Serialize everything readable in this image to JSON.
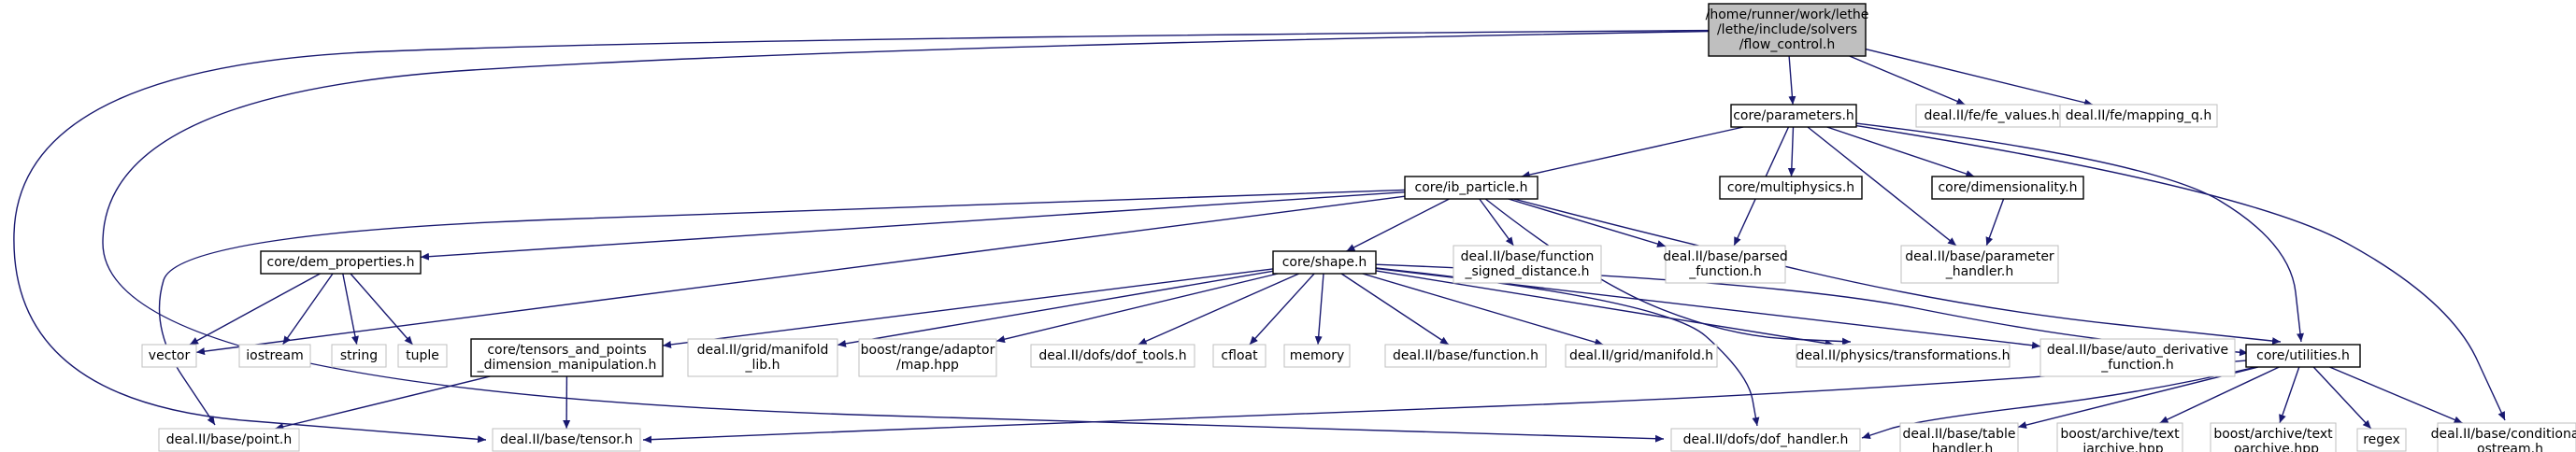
{
  "diagram": {
    "colors": {
      "edge": "#191970",
      "root_fill": "#bfbfbf",
      "root_border": "#000000",
      "documented_border": "#000000",
      "external_border": "#bfbfbf",
      "node_fill": "#ffffff"
    },
    "nodes": [
      {
        "id": "root",
        "kind": "root",
        "lines": [
          "/home/runner/work/lethe",
          "/lethe/include/solvers",
          "/flow_control.h"
        ]
      },
      {
        "id": "fe_values",
        "kind": "external",
        "lines": [
          "deal.II/fe/fe_values.h"
        ]
      },
      {
        "id": "mapping_q",
        "kind": "external",
        "lines": [
          "deal.II/fe/mapping_q.h"
        ]
      },
      {
        "id": "parameters",
        "kind": "documented",
        "lines": [
          "core/parameters.h"
        ]
      },
      {
        "id": "ib_particle",
        "kind": "documented",
        "lines": [
          "core/ib_particle.h"
        ]
      },
      {
        "id": "multiphysics",
        "kind": "documented",
        "lines": [
          "core/multiphysics.h"
        ]
      },
      {
        "id": "dimensionality",
        "kind": "documented",
        "lines": [
          "core/dimensionality.h"
        ]
      },
      {
        "id": "dem_properties",
        "kind": "documented",
        "lines": [
          "core/dem_properties.h"
        ]
      },
      {
        "id": "function_signed_distance",
        "kind": "external",
        "lines": [
          "deal.II/base/function",
          "_signed_distance.h"
        ]
      },
      {
        "id": "parsed_function",
        "kind": "external",
        "lines": [
          "deal.II/base/parsed",
          "_function.h"
        ]
      },
      {
        "id": "parameter_handler",
        "kind": "external",
        "lines": [
          "deal.II/base/parameter",
          "_handler.h"
        ]
      },
      {
        "id": "shape",
        "kind": "documented",
        "lines": [
          "core/shape.h"
        ]
      },
      {
        "id": "vector",
        "kind": "external",
        "lines": [
          "vector"
        ]
      },
      {
        "id": "iostream",
        "kind": "external",
        "lines": [
          "iostream"
        ]
      },
      {
        "id": "string",
        "kind": "external",
        "lines": [
          "string"
        ]
      },
      {
        "id": "tuple",
        "kind": "external",
        "lines": [
          "tuple"
        ]
      },
      {
        "id": "tensors_points",
        "kind": "documented",
        "lines": [
          "core/tensors_and_points",
          "_dimension_manipulation.h"
        ]
      },
      {
        "id": "grid_manifold_lib",
        "kind": "external",
        "lines": [
          "deal.II/grid/manifold",
          "_lib.h"
        ]
      },
      {
        "id": "adaptor_map",
        "kind": "external",
        "lines": [
          "boost/range/adaptor",
          "/map.hpp"
        ]
      },
      {
        "id": "dof_tools",
        "kind": "external",
        "lines": [
          "deal.II/dofs/dof_tools.h"
        ]
      },
      {
        "id": "cfloat",
        "kind": "external",
        "lines": [
          "cfloat"
        ]
      },
      {
        "id": "memory",
        "kind": "external",
        "lines": [
          "memory"
        ]
      },
      {
        "id": "base_function",
        "kind": "external",
        "lines": [
          "deal.II/base/function.h"
        ]
      },
      {
        "id": "grid_manifold",
        "kind": "external",
        "lines": [
          "deal.II/grid/manifold.h"
        ]
      },
      {
        "id": "transformations",
        "kind": "external",
        "lines": [
          "deal.II/physics/transformations.h"
        ]
      },
      {
        "id": "auto_derivative",
        "kind": "external",
        "lines": [
          "deal.II/base/auto_derivative",
          "_function.h"
        ]
      },
      {
        "id": "utilities",
        "kind": "documented",
        "lines": [
          "core/utilities.h"
        ]
      },
      {
        "id": "point",
        "kind": "external",
        "lines": [
          "deal.II/base/point.h"
        ]
      },
      {
        "id": "tensor",
        "kind": "external",
        "lines": [
          "deal.II/base/tensor.h"
        ]
      },
      {
        "id": "dof_handler",
        "kind": "external",
        "lines": [
          "deal.II/dofs/dof_handler.h"
        ]
      },
      {
        "id": "table_handler",
        "kind": "external",
        "lines": [
          "deal.II/base/table",
          "_handler.h"
        ]
      },
      {
        "id": "text_iarchive",
        "kind": "external",
        "lines": [
          "boost/archive/text",
          "_iarchive.hpp"
        ]
      },
      {
        "id": "text_oarchive",
        "kind": "external",
        "lines": [
          "boost/archive/text",
          "_oarchive.hpp"
        ]
      },
      {
        "id": "regex",
        "kind": "external",
        "lines": [
          "regex"
        ]
      },
      {
        "id": "conditional_ostream",
        "kind": "external",
        "lines": [
          "deal.II/base/conditional",
          "_ostream.h"
        ]
      }
    ],
    "edges": [
      [
        "root",
        "parameters"
      ],
      [
        "root",
        "fe_values"
      ],
      [
        "root",
        "mapping_q"
      ],
      [
        "root",
        "tensor"
      ],
      [
        "root",
        "dof_handler"
      ],
      [
        "parameters",
        "ib_particle"
      ],
      [
        "parameters",
        "multiphysics"
      ],
      [
        "parameters",
        "dimensionality"
      ],
      [
        "parameters",
        "parsed_function"
      ],
      [
        "parameters",
        "parameter_handler"
      ],
      [
        "parameters",
        "utilities"
      ],
      [
        "parameters",
        "conditional_ostream"
      ],
      [
        "ib_particle",
        "dem_properties"
      ],
      [
        "ib_particle",
        "function_signed_distance"
      ],
      [
        "ib_particle",
        "parsed_function"
      ],
      [
        "ib_particle",
        "shape"
      ],
      [
        "ib_particle",
        "vector"
      ],
      [
        "ib_particle",
        "point"
      ],
      [
        "ib_particle",
        "transformations"
      ],
      [
        "ib_particle",
        "utilities"
      ],
      [
        "dimensionality",
        "parameter_handler"
      ],
      [
        "dem_properties",
        "vector"
      ],
      [
        "dem_properties",
        "iostream"
      ],
      [
        "dem_properties",
        "string"
      ],
      [
        "dem_properties",
        "tuple"
      ],
      [
        "shape",
        "tensors_points"
      ],
      [
        "shape",
        "grid_manifold_lib"
      ],
      [
        "shape",
        "adaptor_map"
      ],
      [
        "shape",
        "dof_tools"
      ],
      [
        "shape",
        "cfloat"
      ],
      [
        "shape",
        "memory"
      ],
      [
        "shape",
        "base_function"
      ],
      [
        "shape",
        "grid_manifold"
      ],
      [
        "shape",
        "transformations"
      ],
      [
        "shape",
        "auto_derivative"
      ],
      [
        "shape",
        "utilities"
      ],
      [
        "shape",
        "dof_handler"
      ],
      [
        "tensors_points",
        "point"
      ],
      [
        "tensors_points",
        "tensor"
      ],
      [
        "utilities",
        "tensor"
      ],
      [
        "utilities",
        "dof_handler"
      ],
      [
        "utilities",
        "table_handler"
      ],
      [
        "utilities",
        "text_iarchive"
      ],
      [
        "utilities",
        "text_oarchive"
      ],
      [
        "utilities",
        "regex"
      ],
      [
        "utilities",
        "conditional_ostream"
      ]
    ]
  }
}
